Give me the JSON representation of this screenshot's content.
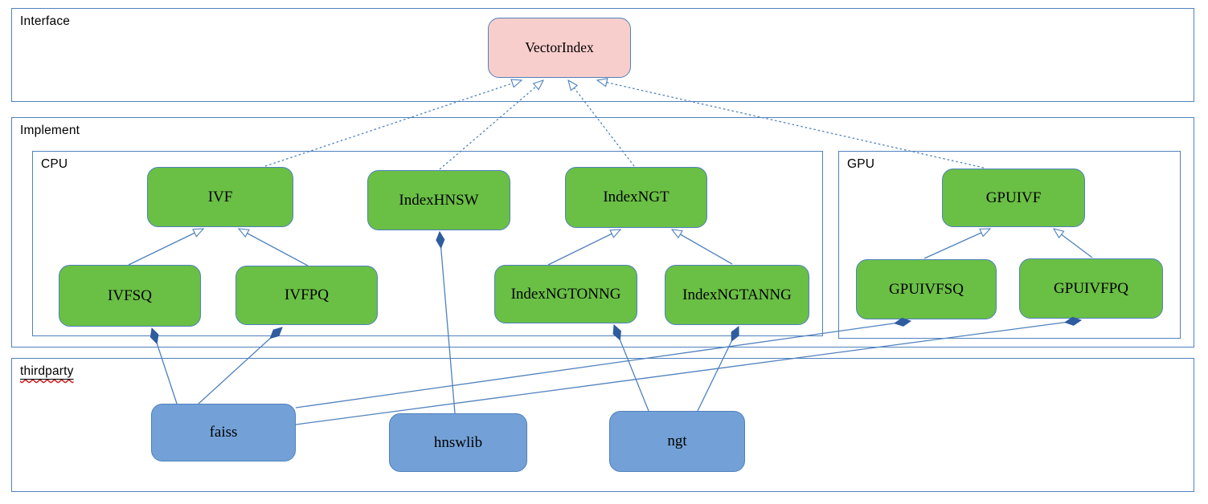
{
  "diagram": {
    "containers": {
      "interface": {
        "label": "Interface"
      },
      "implement": {
        "label": "Implement"
      },
      "cpu": {
        "label": "CPU"
      },
      "gpu": {
        "label": "GPU"
      },
      "thirdparty": {
        "label": "thirdparty"
      }
    },
    "nodes": {
      "vectorindex": {
        "label": "VectorIndex",
        "kind": "interface"
      },
      "ivf": {
        "label": "IVF",
        "kind": "implementation"
      },
      "indexhnsw": {
        "label": "IndexHNSW",
        "kind": "implementation"
      },
      "indexngt": {
        "label": "IndexNGT",
        "kind": "implementation"
      },
      "ivfsq": {
        "label": "IVFSQ",
        "kind": "implementation"
      },
      "ivfpq": {
        "label": "IVFPQ",
        "kind": "implementation"
      },
      "indexngtonng": {
        "label": "IndexNGTONNG",
        "kind": "implementation"
      },
      "indexngtanng": {
        "label": "IndexNGTANNG",
        "kind": "implementation"
      },
      "gpuivf": {
        "label": "GPUIVF",
        "kind": "implementation"
      },
      "gpuivfsq": {
        "label": "GPUIVFSQ",
        "kind": "implementation"
      },
      "gpuivfpq": {
        "label": "GPUIVFPQ",
        "kind": "implementation"
      },
      "faiss": {
        "label": "faiss",
        "kind": "thirdparty"
      },
      "hnswlib": {
        "label": "hnswlib",
        "kind": "thirdparty"
      },
      "ngt": {
        "label": "ngt",
        "kind": "thirdparty"
      }
    },
    "relations": {
      "realization_dotted_hollow_arrow": [
        {
          "from": "ivf",
          "to": "vectorindex"
        },
        {
          "from": "indexhnsw",
          "to": "vectorindex"
        },
        {
          "from": "indexngt",
          "to": "vectorindex"
        },
        {
          "from": "gpuivf",
          "to": "vectorindex"
        }
      ],
      "inheritance_solid_hollow_arrow": [
        {
          "from": "ivfsq",
          "to": "ivf"
        },
        {
          "from": "ivfpq",
          "to": "ivf"
        },
        {
          "from": "indexngtonng",
          "to": "indexngt"
        },
        {
          "from": "indexngtanng",
          "to": "indexngt"
        },
        {
          "from": "gpuivfsq",
          "to": "gpuivf"
        },
        {
          "from": "gpuivfpq",
          "to": "gpuivf"
        }
      ],
      "composition_filled_diamond": [
        {
          "from": "faiss",
          "to": "ivfsq"
        },
        {
          "from": "faiss",
          "to": "ivfpq"
        },
        {
          "from": "faiss",
          "to": "gpuivfsq"
        },
        {
          "from": "faiss",
          "to": "gpuivfpq"
        },
        {
          "from": "hnswlib",
          "to": "indexhnsw"
        },
        {
          "from": "ngt",
          "to": "indexngtonng"
        },
        {
          "from": "ngt",
          "to": "indexngtanng"
        }
      ]
    },
    "colors": {
      "line_blue": "#4f81bd",
      "node_green": "#6abf45",
      "node_pink": "#f8cecc",
      "node_blue": "#73a1d7",
      "diamond_blue": "#2e5c9e",
      "spellcheck_red": "#cc2222"
    }
  }
}
